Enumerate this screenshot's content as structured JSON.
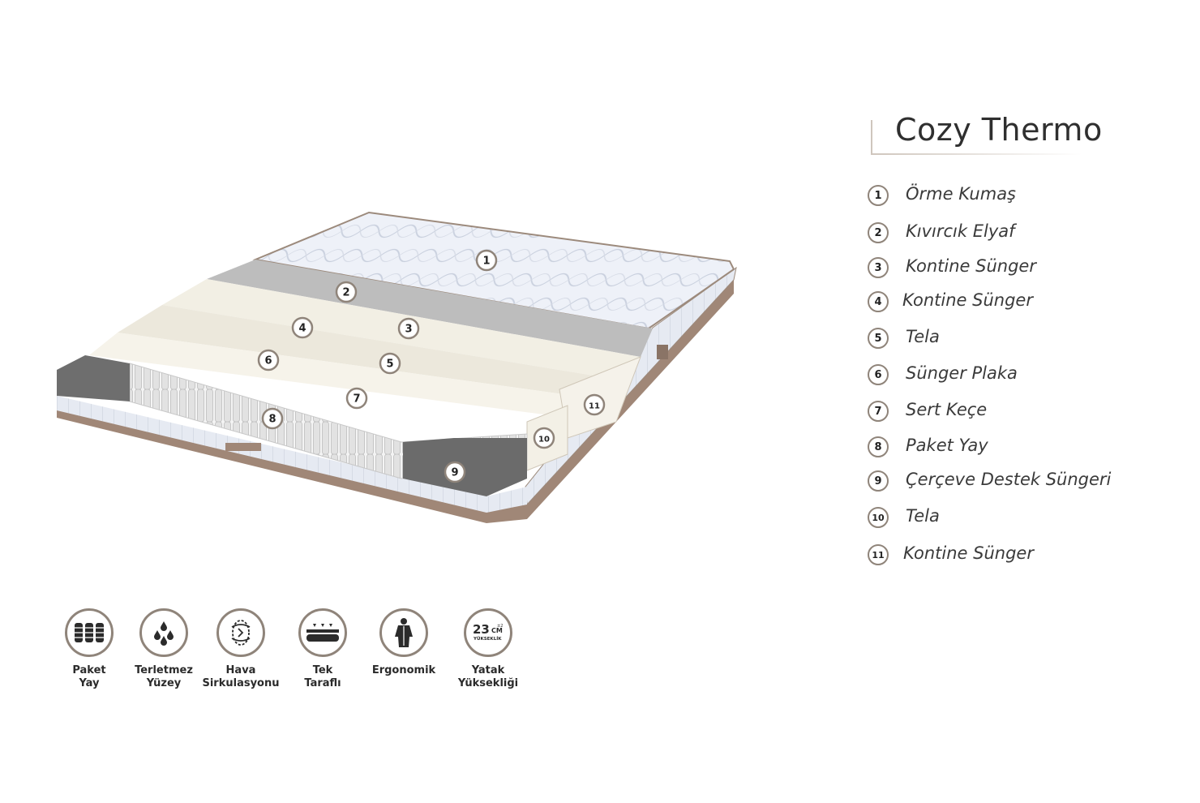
{
  "product": {
    "title": "Cozy Thermo"
  },
  "layers": [
    {
      "num": "1",
      "label": "Örme Kumaş"
    },
    {
      "num": "2",
      "label": "Kıvırcık Elyaf"
    },
    {
      "num": "3",
      "label": "Kontine Sünger"
    },
    {
      "num": "4",
      "label": "Kontine Sünger"
    },
    {
      "num": "5",
      "label": "Tela"
    },
    {
      "num": "6",
      "label": "Sünger Plaka"
    },
    {
      "num": "7",
      "label": "Sert Keçe"
    },
    {
      "num": "8",
      "label": "Paket Yay"
    },
    {
      "num": "9",
      "label": "Çerçeve Destek Süngeri"
    },
    {
      "num": "10",
      "label": "Tela"
    },
    {
      "num": "11",
      "label": "Kontine Sünger"
    }
  ],
  "diagram_markers": [
    "1",
    "2",
    "3",
    "4",
    "5",
    "6",
    "7",
    "8",
    "9",
    "10",
    "11"
  ],
  "features": [
    {
      "icon": "spring-coils-icon",
      "label": "Paket\nYay"
    },
    {
      "icon": "water-drops-icon",
      "label": "Terletmez\nYüzey"
    },
    {
      "icon": "air-circulation-icon",
      "label": "Hava\nSirkulasyonu"
    },
    {
      "icon": "single-sided-icon",
      "label": "Tek\nTaraflı"
    },
    {
      "icon": "ergonomic-body-icon",
      "label": "Ergonomik"
    },
    {
      "icon": "height-23cm-icon",
      "label": "Yatak\nYüksekliği",
      "badge_number": "23",
      "badge_unit": "CM",
      "badge_small": "±2",
      "badge_text": "YÜKSEKLİK"
    }
  ],
  "colors": {
    "accent": "#8f847a",
    "text": "#2b2b2b",
    "gray_foam": "#7a7a7a",
    "fabric": "#e9edf5"
  }
}
